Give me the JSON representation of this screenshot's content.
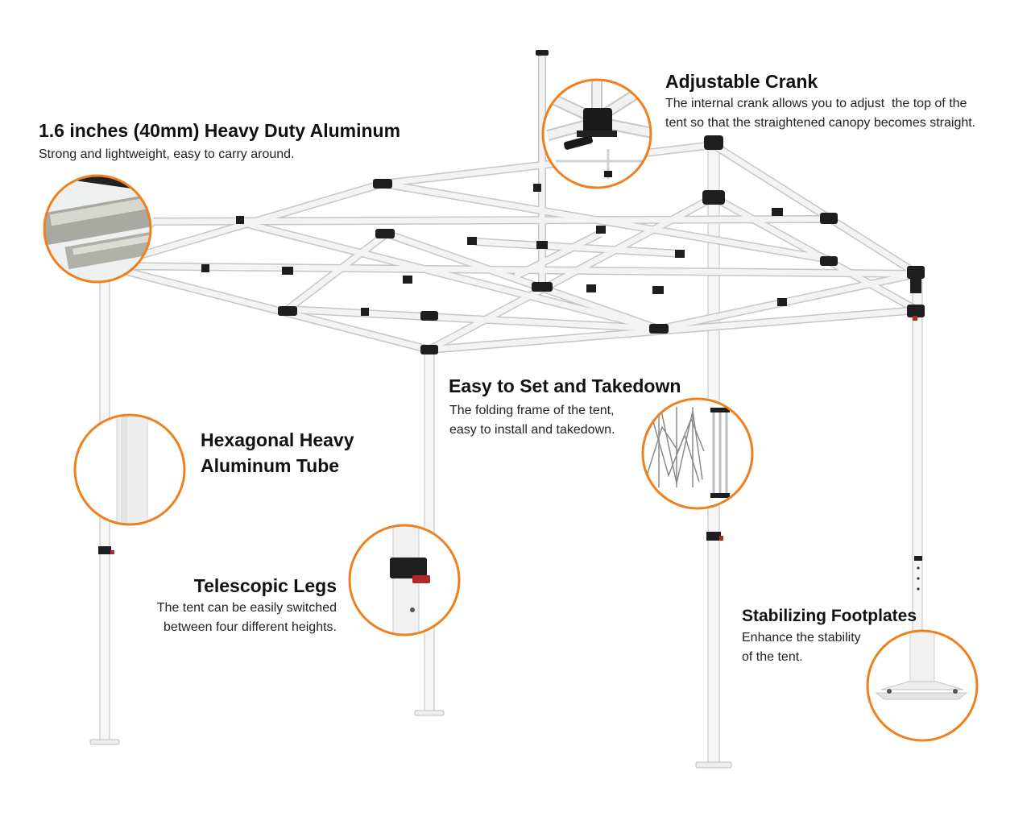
{
  "callouts": {
    "aluminum": {
      "title": "1.6 inches (40mm) Heavy Duty Aluminum",
      "lines": [
        "Strong and lightweight, easy to carry around."
      ]
    },
    "crank": {
      "title": "Adjustable Crank",
      "lines": [
        "The internal crank allows you to adjust  the top of the",
        "tent so that the straightened canopy becomes straight."
      ]
    },
    "hexagonal": {
      "title_lines": [
        "Hexagonal Heavy",
        "Aluminum Tube"
      ]
    },
    "setup": {
      "title": "Easy to Set and Takedown",
      "lines": [
        "The folding frame of the tent,",
        "easy to install and takedown."
      ]
    },
    "telescopic": {
      "title": "Telescopic Legs",
      "lines": [
        "The tent can be easily switched",
        "between four different heights."
      ]
    },
    "footplates": {
      "title": "Stabilizing Footplates",
      "lines": [
        "Enhance the stability",
        "of the tent."
      ]
    }
  },
  "colors": {
    "accent_orange": "#f07f1d",
    "frame_fill": "#f3f3f3",
    "frame_edge": "#c6c6c6",
    "connector": "#1e1e1e",
    "latch_red": "#b3262c",
    "text": "#111111"
  },
  "icons": {
    "ring": "magnifier-ring"
  }
}
